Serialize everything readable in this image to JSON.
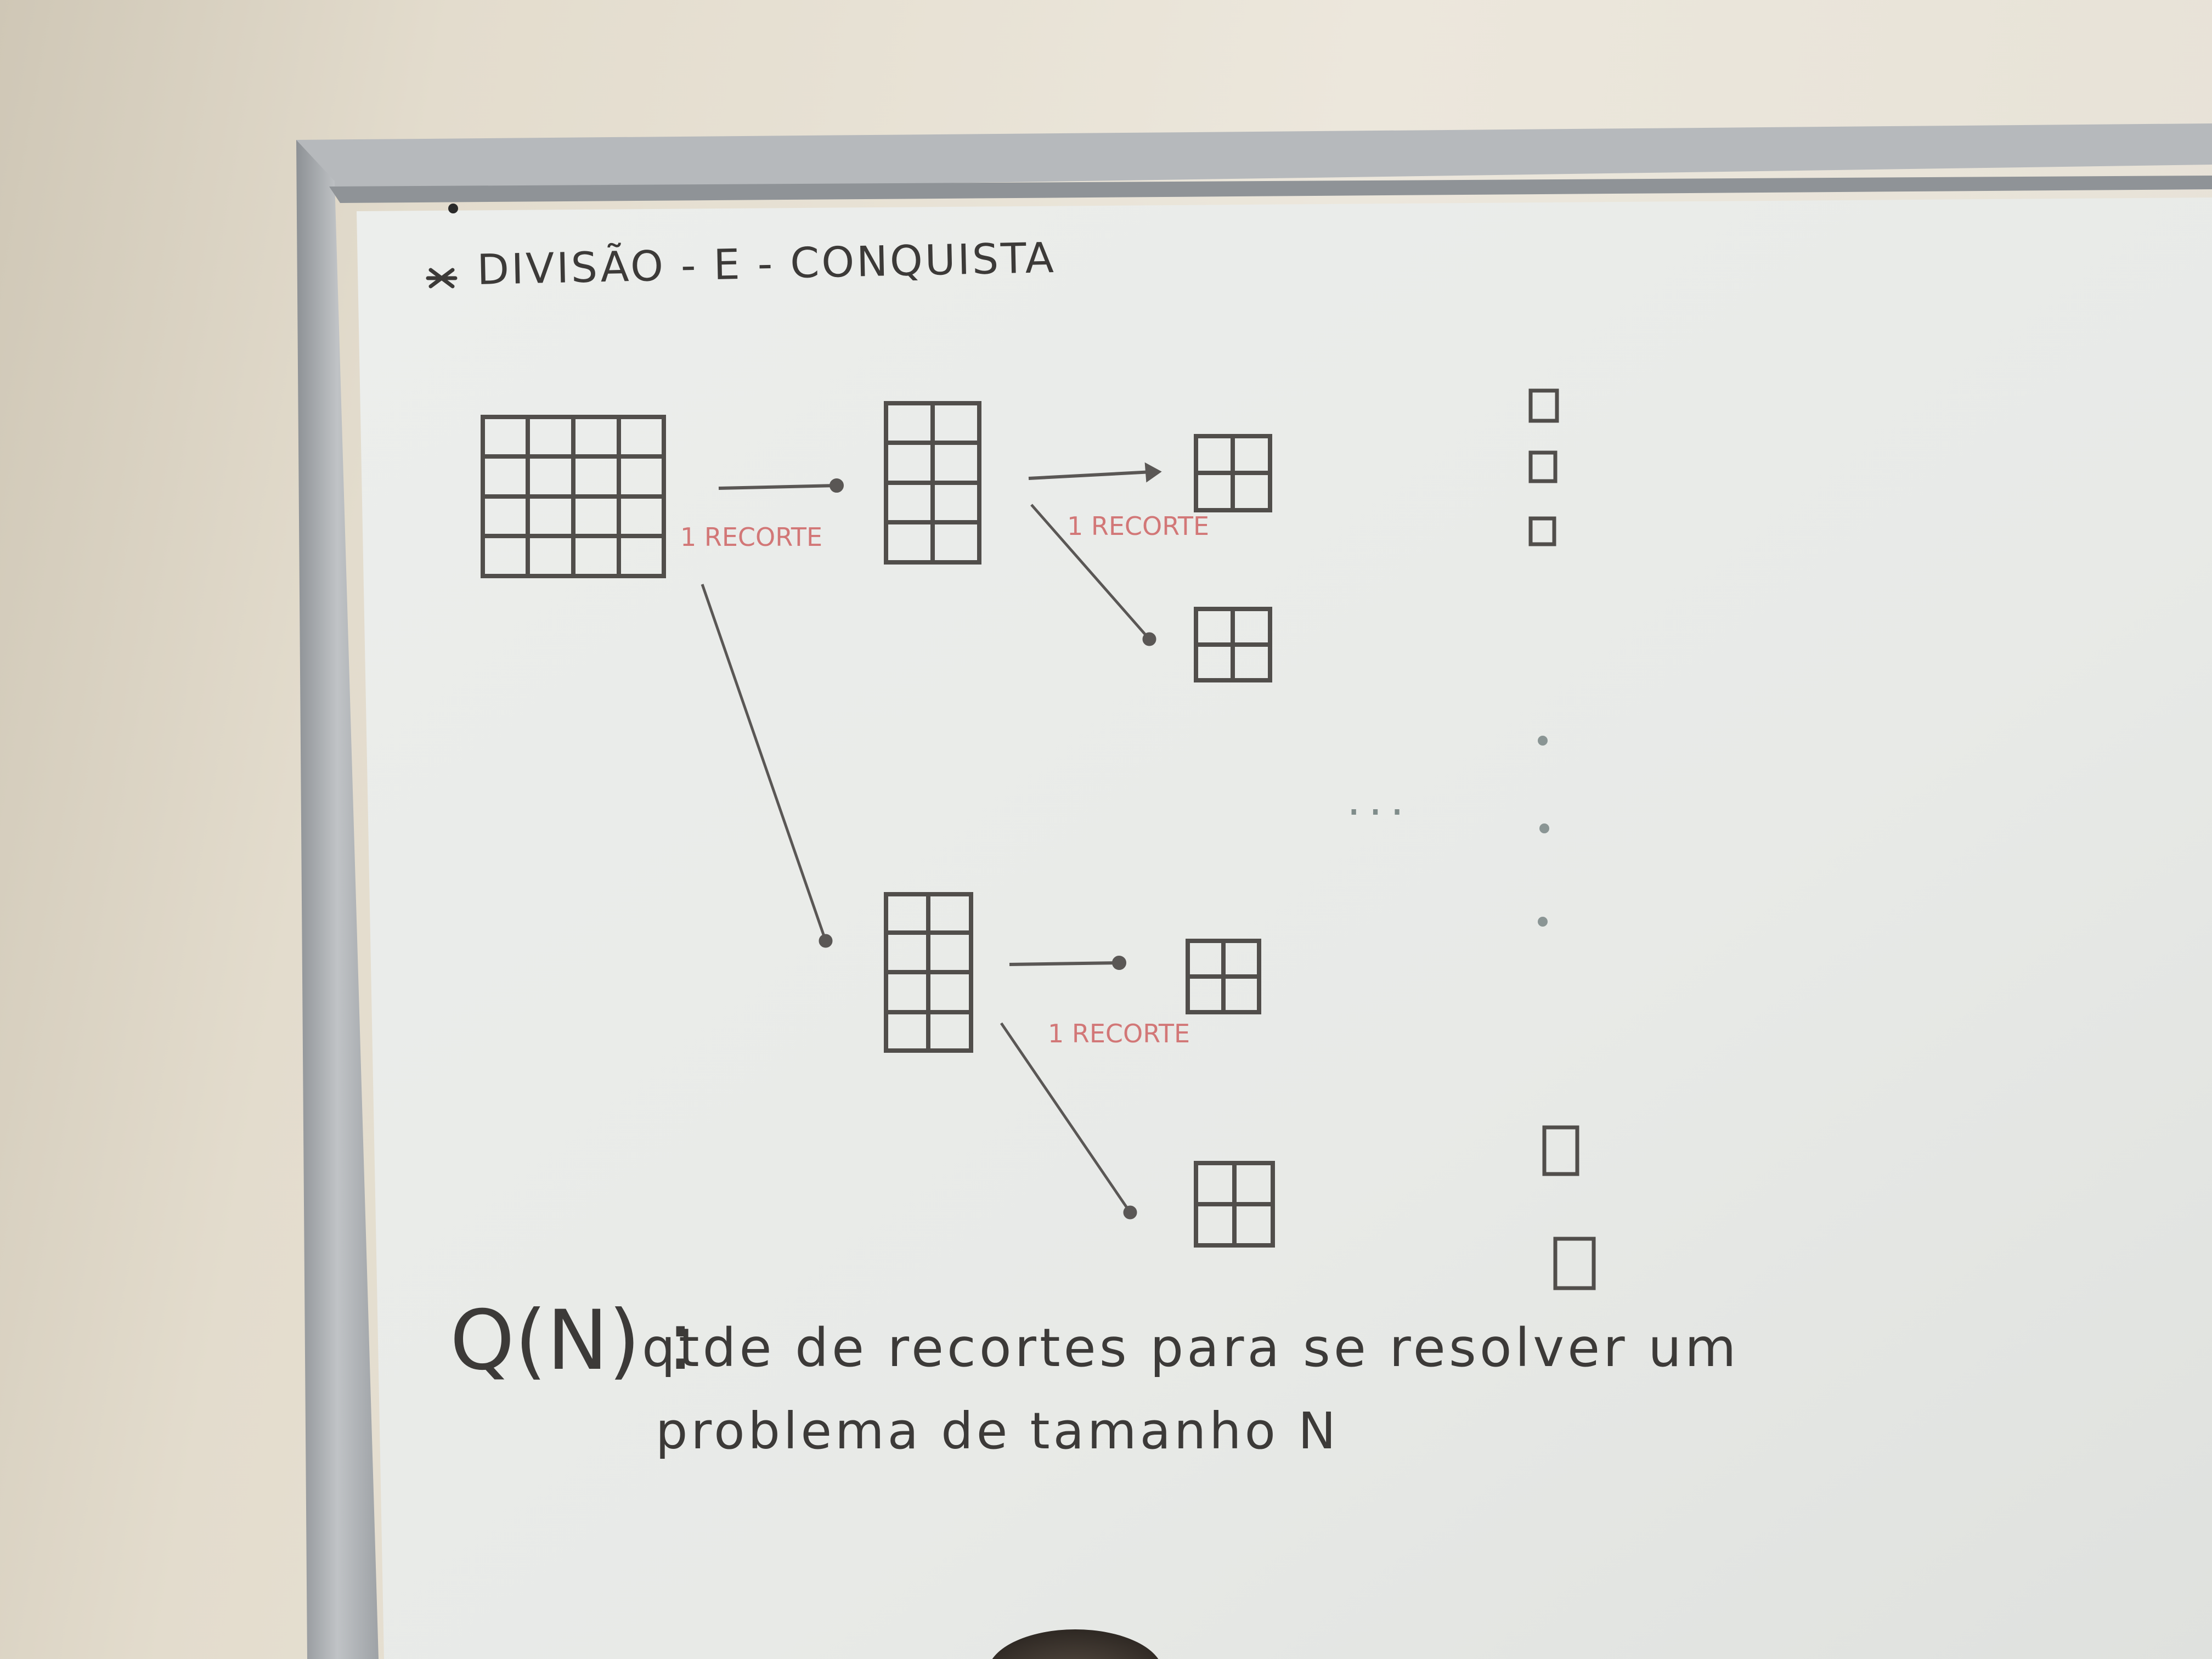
{
  "board": {
    "title": "DIVISÃO - E - CONQUISTA",
    "title_marker": "asterisk",
    "cut_label": "1 RECORTE",
    "ellipsis": "...",
    "formula": {
      "lhs": "Q(N) :",
      "line1": "qtde de recortes para se resolver um",
      "line2": "problema de tamanho N"
    }
  },
  "colors": {
    "ink": "#3c3a38",
    "red_marker": "#d27777",
    "board_surface": "#e9ebe8",
    "frame": "#a9adb1",
    "wall": "#e3dccd"
  }
}
